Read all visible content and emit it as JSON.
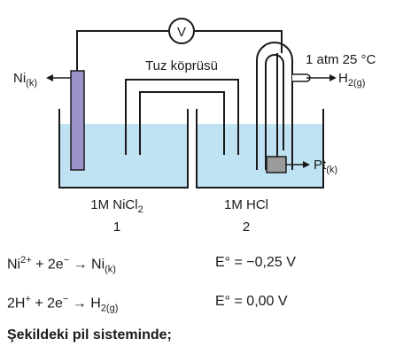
{
  "diagram": {
    "voltmeter_symbol": "V",
    "salt_bridge_label": "Tuz köprüsü",
    "condition_label": "1 atm 25 °C",
    "left_electrode": {
      "symbol": "Ni",
      "state": "(k)"
    },
    "right_electrode": {
      "symbol": "Pt",
      "state": "(k)"
    },
    "gas_output": {
      "symbol": "H",
      "subscript": "2(g)"
    },
    "left_cell": {
      "solution_prefix": "1M NiCl",
      "solution_subscript": "2",
      "number": "1"
    },
    "right_cell": {
      "solution": "1M HCl",
      "number": "2"
    }
  },
  "equations": [
    {
      "part1": "Ni",
      "sup1": "2+",
      "part2": " + 2e",
      "sup2": "−",
      "arrow": " → ",
      "product": "Ni",
      "product_sub": "(k)",
      "potential": "E° = −0,25 V"
    },
    {
      "part1": "2H",
      "sup1": "+",
      "part2": " + 2e",
      "sup2": "−",
      "arrow": " → ",
      "product": "H",
      "product_sub": "2(g)",
      "potential": "E° =  0,00 V"
    }
  ],
  "question": "Şekildeki pil sisteminde;",
  "colors": {
    "solution": "#bfe3f2",
    "electrode_ni": "#9b93c9",
    "electrode_pt": "#9a9a9a",
    "line": "#1a1a1a"
  }
}
